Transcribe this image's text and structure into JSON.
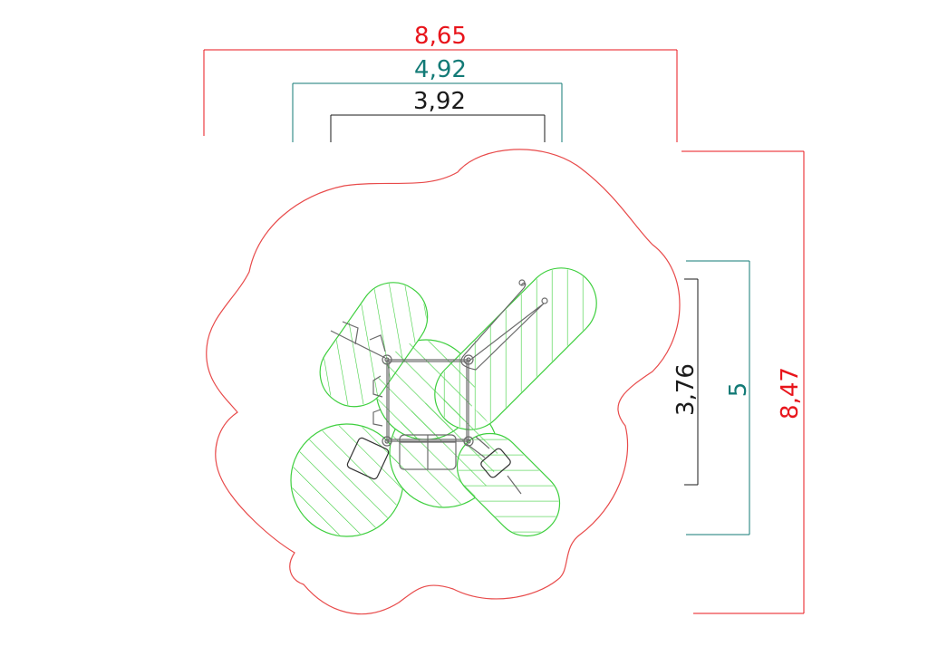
{
  "dimensions": {
    "total_width": "8,65",
    "safety_width": "4,92",
    "equipment_width": "3,92",
    "equipment_depth": "3,76",
    "safety_depth": "5",
    "total_depth": "8,47"
  },
  "colors": {
    "total": "#e8141b",
    "safety": "#127a76",
    "equipment": "#1a1a1a",
    "zone": "#3ecf3e",
    "outline": "#e84a4a",
    "equipment_lines": "#6b6b6b"
  }
}
